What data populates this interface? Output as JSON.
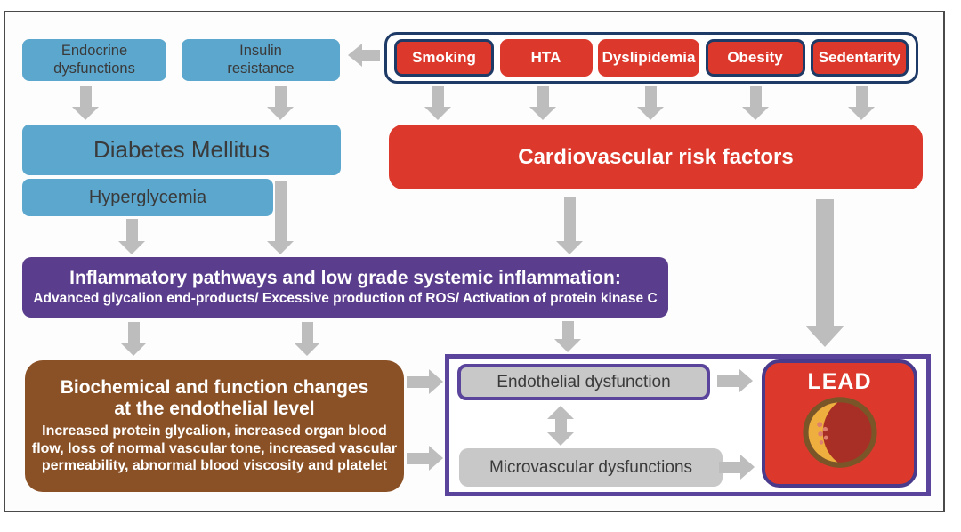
{
  "colors": {
    "blue": "#5CA7CE",
    "red": "#DC392C",
    "navy": "#1E3A66",
    "purple": "#5A3D8C",
    "purple_border": "#5B449B",
    "brown": "#8B5126",
    "gray_box": "#C8C8C8",
    "arrow_gray": "#BDBDBD",
    "text_dark": "#3A3A3A",
    "lead_icon_ring": "#7A5528",
    "lead_icon_lumen": "#A82F25",
    "lead_icon_plaque": "#EFAF3E"
  },
  "diabetes_branch": {
    "endocrine": "Endocrine\ndysfunctions",
    "insulin": "Insulin\nresistance",
    "diabetes": "Diabetes Mellitus",
    "hyperglycemia": "Hyperglycemia"
  },
  "risk_factors": {
    "items": [
      {
        "label": "Smoking",
        "outlined": true
      },
      {
        "label": "HTA",
        "outlined": false
      },
      {
        "label": "Dyslipidemia",
        "outlined": false
      },
      {
        "label": "Obesity",
        "outlined": true
      },
      {
        "label": "Sedentarity",
        "outlined": true
      }
    ],
    "summary": "Cardiovascular risk factors"
  },
  "inflammation": {
    "title": "Inflammatory pathways and low grade systemic inflammation:",
    "subtitle": "Advanced glycalion end-products/ Excessive production of ROS/ Activation of protein kinase C"
  },
  "endothelial_changes": {
    "title": "Biochemical and function changes\nat the endothelial level",
    "body": "Increased protein glycalion, increased organ blood flow, loss of normal vascular tone, increased vascular permeability, abnormal blood viscosity and platelet"
  },
  "outcome": {
    "endothelial": "Endothelial dysfunction",
    "microvascular": "Microvascular dysfunctions",
    "lead": "LEAD",
    "lead_icon": "artery-cross-section-icon"
  }
}
